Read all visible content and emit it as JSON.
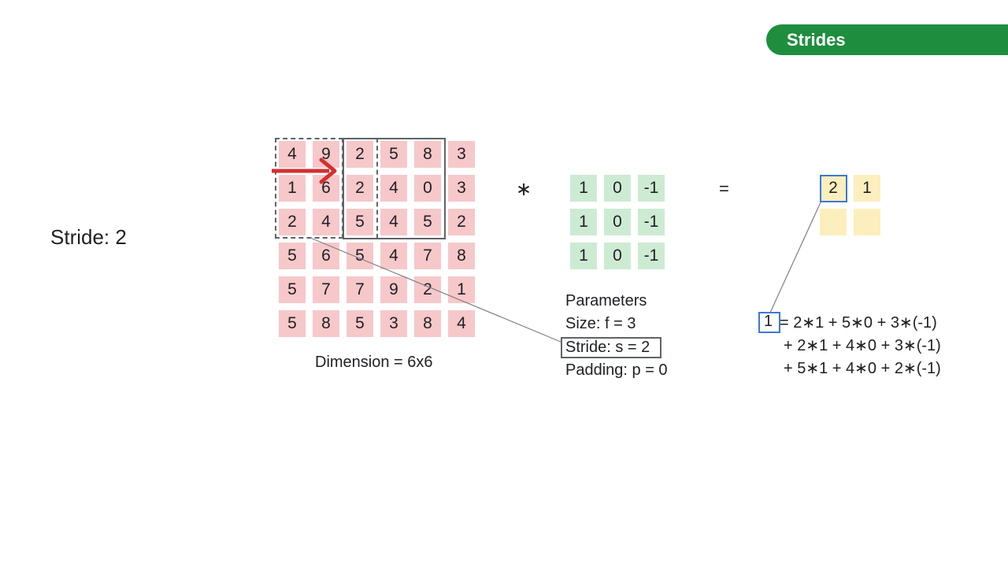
{
  "tag": {
    "label": "Strides"
  },
  "side_label": "Stride: 2",
  "input_matrix": [
    [
      "4",
      "9",
      "2",
      "5",
      "8",
      "3"
    ],
    [
      "1",
      "6",
      "2",
      "4",
      "0",
      "3"
    ],
    [
      "2",
      "4",
      "5",
      "4",
      "5",
      "2"
    ],
    [
      "5",
      "6",
      "5",
      "4",
      "7",
      "8"
    ],
    [
      "5",
      "7",
      "7",
      "9",
      "2",
      "1"
    ],
    [
      "5",
      "8",
      "5",
      "3",
      "8",
      "4"
    ]
  ],
  "dimension_label": "Dimension = 6x6",
  "convolution_symbol": "∗",
  "equals_symbol": "=",
  "filter_matrix": [
    [
      "1",
      "0",
      "-1"
    ],
    [
      "1",
      "0",
      "-1"
    ],
    [
      "1",
      "0",
      "-1"
    ]
  ],
  "output_matrix": [
    [
      "2",
      "1"
    ],
    [
      "",
      ""
    ]
  ],
  "parameters": {
    "title": "Parameters",
    "size": "Size: f = 3",
    "stride": "Stride: s = 2",
    "padding": "Padding: p = 0"
  },
  "calculation": {
    "result": "1",
    "line1": "= 2∗1 + 5∗0 + 3∗(-1)",
    "line2": "+ 2∗1 + 4∗0 + 3∗(-1)",
    "line3": "+ 5∗1 + 4∗0 + 2∗(-1)"
  },
  "colors": {
    "tag_green": "#1e8e3e",
    "input_cell": "#f6c8ca",
    "filter_cell": "#cdebd3",
    "output_cell": "#fcefbd",
    "highlight_blue": "#3c78d8",
    "arrow_red": "#d32f2f",
    "window_border": "#5f6368"
  }
}
